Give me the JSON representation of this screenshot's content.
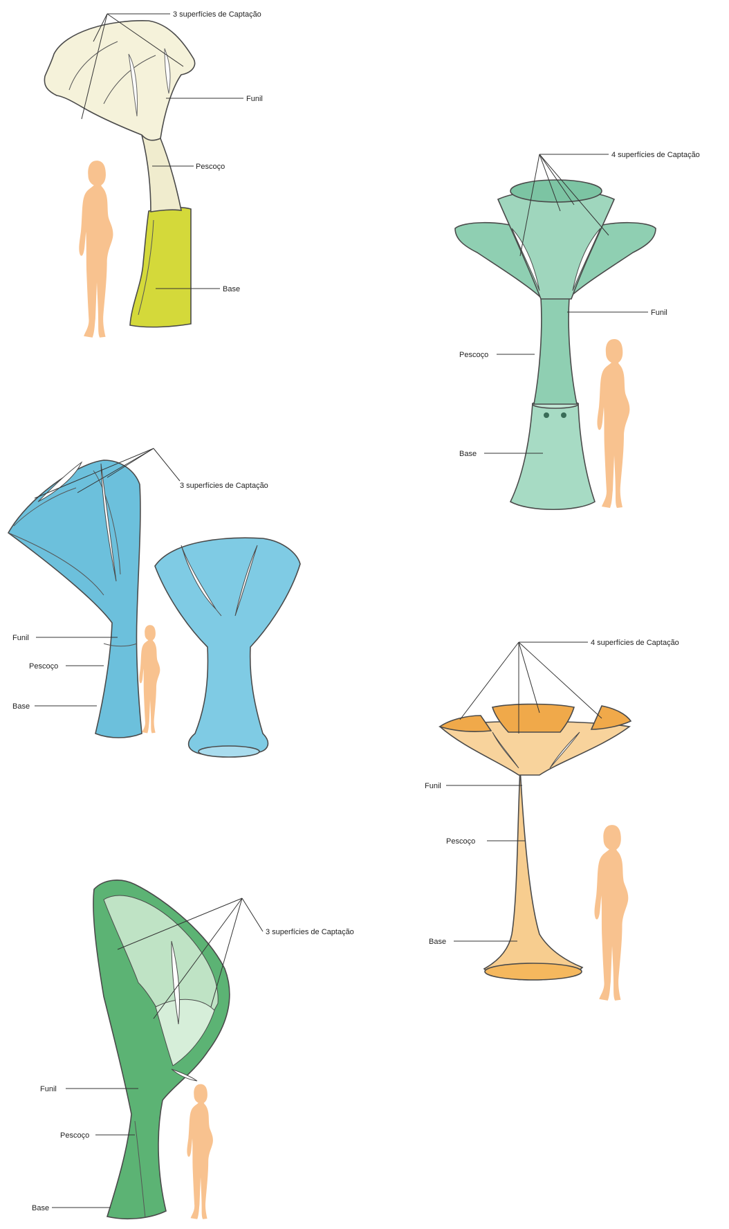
{
  "colors": {
    "figure_silhouette": "#f8c28f",
    "concept_a_cream": "#f5f2da",
    "concept_a_base_yellow": "#d4d93a",
    "concept_b_teal": "#8fcfb2",
    "concept_c_blue": "#6cc0dc",
    "concept_d_orange": "#f5bc6a",
    "concept_e_green": "#5cb374"
  },
  "sketches": [
    {
      "id": "concept-a",
      "labels": {
        "surfaces": "3 superfícies de Captação",
        "funnel": "Funil",
        "neck": "Pescoço",
        "base": "Base"
      }
    },
    {
      "id": "concept-b",
      "labels": {
        "surfaces": "4 superfícies de Captação",
        "funnel": "Funil",
        "neck": "Pescoço",
        "base": "Base"
      }
    },
    {
      "id": "concept-c",
      "labels": {
        "surfaces": "3 superfícies de Captação",
        "funnel": "Funil",
        "neck": "Pescoço",
        "base": "Base"
      }
    },
    {
      "id": "concept-d",
      "labels": {
        "surfaces": "4 superfícies de Captação",
        "funnel": "Funil",
        "neck": "Pescoço",
        "base": "Base"
      }
    },
    {
      "id": "concept-e",
      "labels": {
        "surfaces": "3 superfícies de Captação",
        "funnel": "Funil",
        "neck": "Pescoço",
        "base": "Base"
      }
    }
  ]
}
